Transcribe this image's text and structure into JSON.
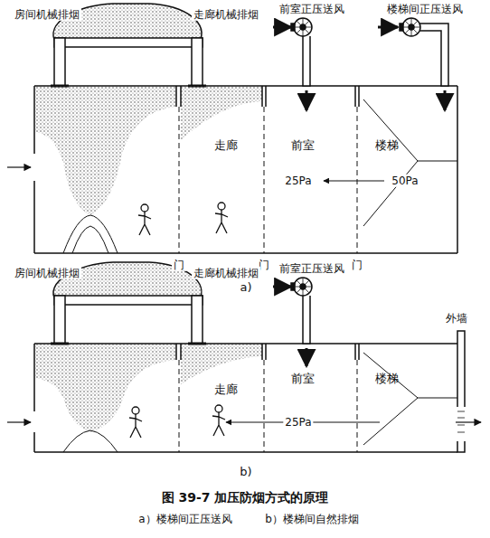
{
  "diagram": {
    "caption": "图 39-7 加压防烟方式的原理",
    "nodes": [
      {
        "text": [
          "走廊"
        ]
      },
      {
        "text": [
          "前室"
        ]
      },
      {
        "text": [
          "楼梯"
        ]
      },
      {
        "text": [
          "走廊"
        ]
      },
      {
        "text": [
          "前室"
        ]
      },
      {
        "text": [
          "楼梯"
        ]
      }
    ],
    "labels": [
      "房间机械排烟",
      "走廊机械排烟",
      "前室正压送风",
      "楼梯间正压送风",
      "门",
      "门",
      "门",
      "25Pa",
      "50Pa",
      "a)",
      "房间机械排烟",
      "走廊机械排烟",
      "前室正压送风",
      "外墙",
      "25Pa",
      "b)",
      "a）楼梯间正压送风",
      "b）楼梯间自然排烟"
    ]
  }
}
